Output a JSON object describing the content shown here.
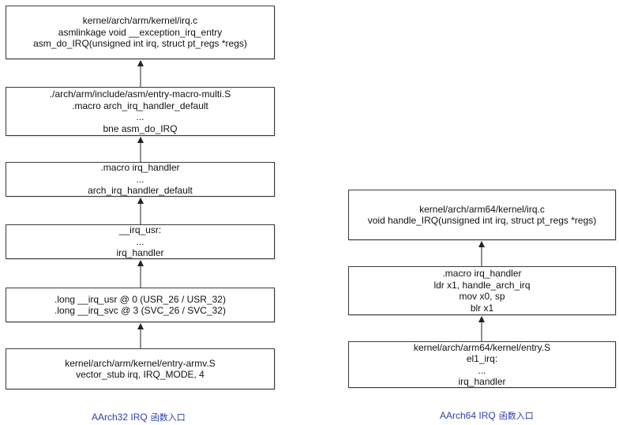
{
  "colors": {
    "caption": "#2b3fb0",
    "border": "#3a3a3a",
    "arrow": "#222222"
  },
  "left": {
    "caption": {
      "label": "AArch32 IRQ",
      "cjk": "函数入口"
    },
    "boxes": [
      {
        "lines": [
          "kernel/arch/arm/kernel/irq.c",
          "asmlinkage void __exception_irq_entry",
          "asm_do_IRQ(unsigned int irq, struct pt_regs *regs)"
        ]
      },
      {
        "lines": [
          "./arch/arm/include/asm/entry-macro-multi.S",
          ".macro arch_irq_handler_default",
          "...",
          "bne asm_do_IRQ"
        ]
      },
      {
        "lines": [
          ".macro irq_handler",
          "...",
          "arch_irq_handler_default"
        ]
      },
      {
        "lines": [
          "__irq_usr:",
          "...",
          "irq_handler"
        ]
      },
      {
        "lines": [
          ".long __irq_usr @ 0 (USR_26 / USR_32)",
          ".long __irq_svc @ 3 (SVC_26 / SVC_32)"
        ]
      },
      {
        "lines": [
          "kernel/arch/arm/kernel/entry-armv.S",
          "vector_stub irq, IRQ_MODE, 4"
        ]
      }
    ]
  },
  "right": {
    "caption": {
      "label": "AArch64 IRQ",
      "cjk": "函数入口"
    },
    "boxes": [
      {
        "lines": [
          "kernel/arch/arm64/kernel/irq.c",
          "void handle_IRQ(unsigned int irq, struct pt_regs *regs)"
        ]
      },
      {
        "lines": [
          ".macro irq_handler",
          "ldr x1, handle_arch_irq",
          "mov x0, sp",
          "blr x1"
        ]
      },
      {
        "lines": [
          "kernel/arch/arm64/kernel/entry.S",
          "el1_irq:",
          "...",
          "irq_handler"
        ]
      }
    ]
  }
}
